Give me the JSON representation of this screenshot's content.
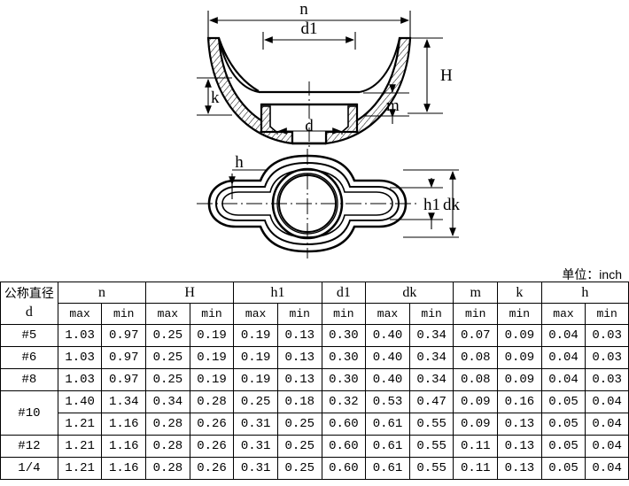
{
  "drawing": {
    "title": "wing-nut-technical-drawing",
    "section_view": {
      "name": "cross-section-view",
      "labels": [
        {
          "id": "n",
          "text": "n"
        },
        {
          "id": "d1",
          "text": "d1"
        },
        {
          "id": "H",
          "text": "H"
        },
        {
          "id": "k",
          "text": "k"
        },
        {
          "id": "m",
          "text": "m"
        },
        {
          "id": "d",
          "text": "d"
        }
      ]
    },
    "plan_view": {
      "name": "plan-view",
      "labels": [
        {
          "id": "h",
          "text": "h"
        },
        {
          "id": "h1",
          "text": "h1"
        },
        {
          "id": "dk",
          "text": "dk"
        }
      ]
    }
  },
  "unit_note": "单位：inch",
  "table": {
    "corner_header_line1": "公称直径",
    "corner_header_line2": "d",
    "groups": [
      {
        "label": "n",
        "subs": [
          "max",
          "min"
        ]
      },
      {
        "label": "H",
        "subs": [
          "max",
          "min"
        ]
      },
      {
        "label": "h1",
        "subs": [
          "max",
          "min"
        ]
      },
      {
        "label": "d1",
        "subs": [
          "min"
        ]
      },
      {
        "label": "dk",
        "subs": [
          "max",
          "min"
        ]
      },
      {
        "label": "m",
        "subs": [
          "min"
        ]
      },
      {
        "label": "k",
        "subs": [
          "min"
        ]
      },
      {
        "label": "h",
        "subs": [
          "max",
          "min"
        ]
      }
    ],
    "columns": [
      "n max",
      "n min",
      "H max",
      "H min",
      "h1 max",
      "h1 min",
      "d1 min",
      "dk max",
      "dk min",
      "m min",
      "k min",
      "h max",
      "h min"
    ],
    "rows": [
      {
        "size": "#5",
        "values": [
          "1.03",
          "0.97",
          "0.25",
          "0.19",
          "0.19",
          "0.13",
          "0.30",
          "0.40",
          "0.34",
          "0.07",
          "0.09",
          "0.04",
          "0.03"
        ]
      },
      {
        "size": "#6",
        "values": [
          "1.03",
          "0.97",
          "0.25",
          "0.19",
          "0.19",
          "0.13",
          "0.30",
          "0.40",
          "0.34",
          "0.08",
          "0.09",
          "0.04",
          "0.03"
        ]
      },
      {
        "size": "#8",
        "values": [
          "1.03",
          "0.97",
          "0.25",
          "0.19",
          "0.19",
          "0.13",
          "0.30",
          "0.40",
          "0.34",
          "0.08",
          "0.09",
          "0.04",
          "0.03"
        ]
      },
      {
        "size": "#10",
        "rowspan": 2,
        "values": [
          "1.40",
          "1.34",
          "0.34",
          "0.28",
          "0.25",
          "0.18",
          "0.32",
          "0.53",
          "0.47",
          "0.09",
          "0.16",
          "0.05",
          "0.04"
        ]
      },
      {
        "size": "",
        "continued": true,
        "values": [
          "1.21",
          "1.16",
          "0.28",
          "0.26",
          "0.31",
          "0.25",
          "0.60",
          "0.61",
          "0.55",
          "0.09",
          "0.13",
          "0.05",
          "0.04"
        ]
      },
      {
        "size": "#12",
        "values": [
          "1.21",
          "1.16",
          "0.28",
          "0.26",
          "0.31",
          "0.25",
          "0.60",
          "0.61",
          "0.55",
          "0.11",
          "0.13",
          "0.05",
          "0.04"
        ]
      },
      {
        "size": "1/4",
        "values": [
          "1.21",
          "1.16",
          "0.28",
          "0.26",
          "0.31",
          "0.25",
          "0.60",
          "0.61",
          "0.55",
          "0.11",
          "0.13",
          "0.05",
          "0.04"
        ]
      }
    ]
  },
  "colors": {
    "line": "#000000",
    "background": "#ffffff"
  }
}
